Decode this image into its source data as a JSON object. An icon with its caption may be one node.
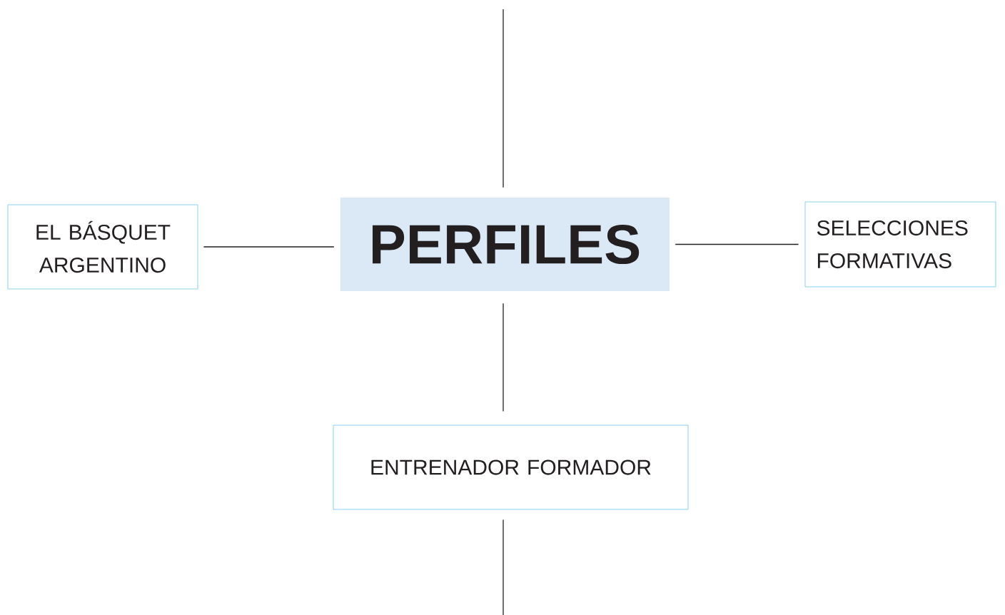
{
  "diagram": {
    "nodes": [
      {
        "text": [
          "PERFILES"
        ]
      },
      {
        "text": [
          "EL BÁSQUET ARGENTINO"
        ]
      },
      {
        "text": [
          "SELECCIONES FORMATIVAS"
        ]
      },
      {
        "text": [
          "ENTRENADOR FORMADOR"
        ]
      }
    ],
    "edges": [
      {
        "from": 0,
        "to": null,
        "arrow": "none"
      },
      {
        "from": 1,
        "to": 0,
        "arrow": "none"
      },
      {
        "from": 0,
        "to": 2,
        "arrow": "none"
      },
      {
        "from": 0,
        "to": 3,
        "arrow": "none"
      },
      {
        "from": 3,
        "to": null,
        "arrow": "none"
      }
    ]
  }
}
